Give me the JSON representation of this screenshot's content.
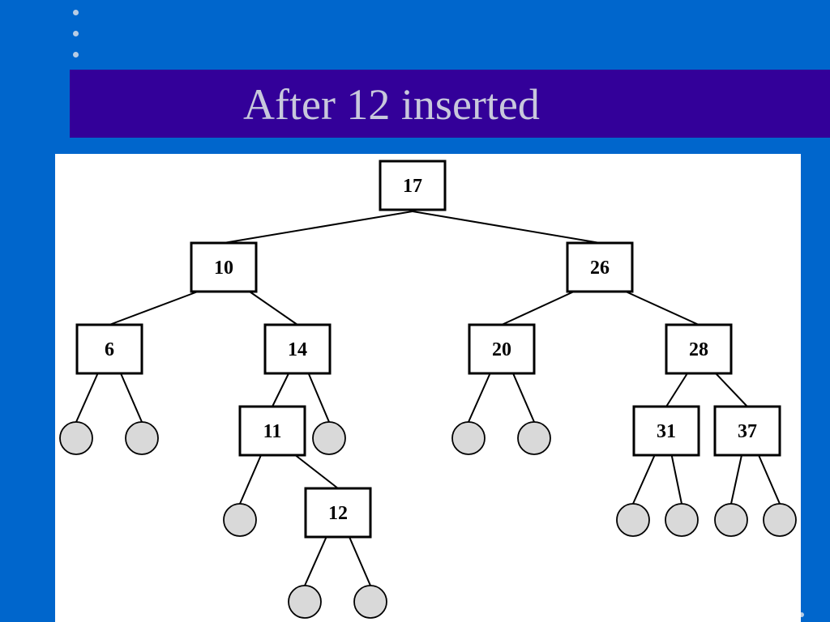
{
  "slide": {
    "title": "After 12 inserted",
    "colors": {
      "background": "#0066cc",
      "title_bar": "#330099",
      "title_text": "#c8c8dc",
      "leaf_fill": "#d9d9d9"
    }
  },
  "tree": {
    "nodes": [
      {
        "id": "n17",
        "label": "17"
      },
      {
        "id": "n10",
        "label": "10"
      },
      {
        "id": "n26",
        "label": "26"
      },
      {
        "id": "n6",
        "label": "6"
      },
      {
        "id": "n14",
        "label": "14"
      },
      {
        "id": "n20",
        "label": "20"
      },
      {
        "id": "n28",
        "label": "28"
      },
      {
        "id": "n11",
        "label": "11"
      },
      {
        "id": "n31",
        "label": "31"
      },
      {
        "id": "n37",
        "label": "37"
      },
      {
        "id": "n12",
        "label": "12"
      }
    ],
    "edges": [
      [
        "n17",
        "n10"
      ],
      [
        "n17",
        "n26"
      ],
      [
        "n10",
        "n6"
      ],
      [
        "n10",
        "n14"
      ],
      [
        "n26",
        "n20"
      ],
      [
        "n26",
        "n28"
      ],
      [
        "n14",
        "n11"
      ],
      [
        "n14",
        "leaf14r"
      ],
      [
        "n6",
        "leaf6a"
      ],
      [
        "n6",
        "leaf6b"
      ],
      [
        "n20",
        "leaf20a"
      ],
      [
        "n20",
        "leaf20b"
      ],
      [
        "n28",
        "n31"
      ],
      [
        "n28",
        "n37"
      ],
      [
        "n11",
        "leaf11a"
      ],
      [
        "n11",
        "n12"
      ],
      [
        "n12",
        "leaf12a"
      ],
      [
        "n12",
        "leaf12b"
      ],
      [
        "n31",
        "leaf31a"
      ],
      [
        "n31",
        "leaf31b"
      ],
      [
        "n37",
        "leaf37a"
      ],
      [
        "n37",
        "leaf37b"
      ]
    ],
    "leaves": [
      "leaf6a",
      "leaf6b",
      "leaf14r",
      "leaf20a",
      "leaf20b",
      "leaf11a",
      "leaf12a",
      "leaf12b",
      "leaf31a",
      "leaf31b",
      "leaf37a",
      "leaf37b"
    ]
  }
}
